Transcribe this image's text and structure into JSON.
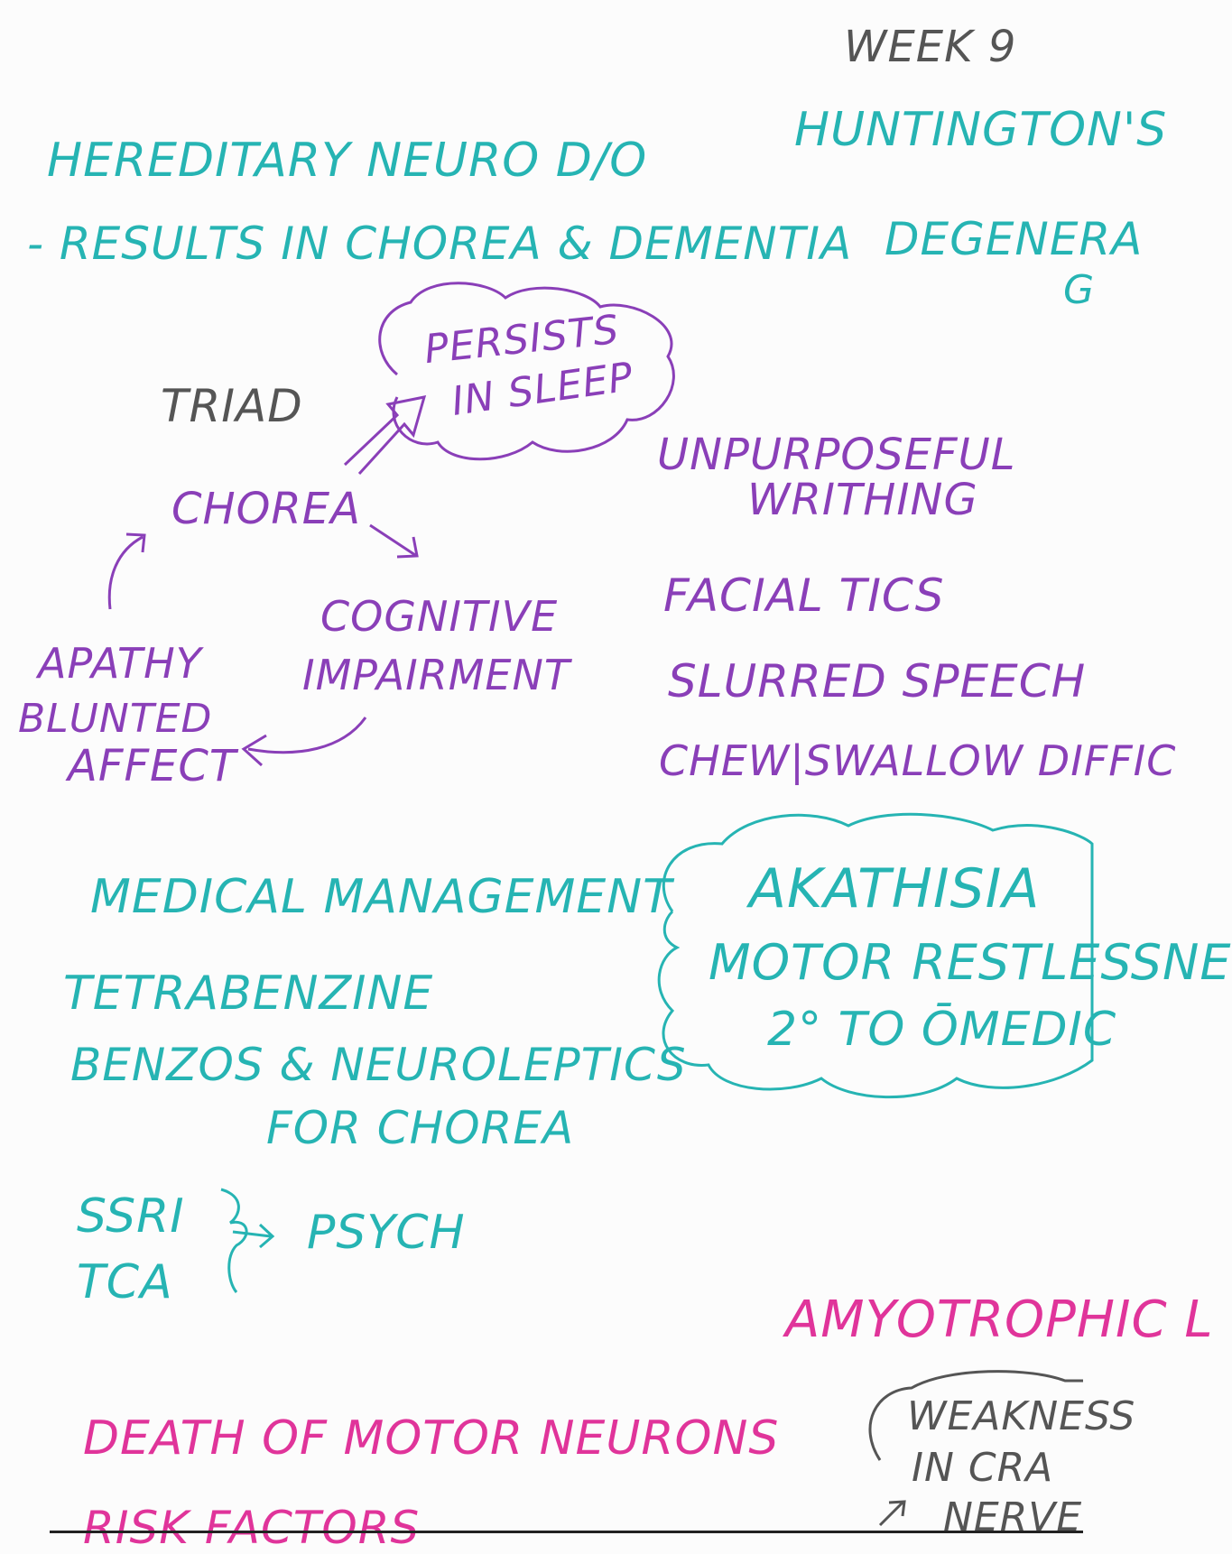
{
  "colors": {
    "teal": "#26b4b3",
    "purple": "#8a3fb8",
    "gray": "#555555",
    "pink": "#e0349a"
  },
  "header": {
    "week": "WEEK 9",
    "topic": "HUNTINGTON'S"
  },
  "intro": {
    "line1": "HEREDITARY NEURO D/O",
    "line2": "- RESULTS IN CHOREA & DEMENTIA",
    "right_fragment_1": "DEGENERA",
    "right_fragment_2": "G"
  },
  "triad": {
    "label": "TRIAD",
    "chorea": "CHOREA",
    "cognitive_1": "COGNITIVE",
    "cognitive_2": "IMPAIRMENT",
    "apathy": "APATHY",
    "blunted": "BLUNTED",
    "affect": "AFFECT",
    "cloud_1": "PERSISTS",
    "cloud_2": "IN SLEEP"
  },
  "symptoms": {
    "unpurposeful": "UNPURPOSEFUL",
    "writhing": "WRITHING",
    "facial_tics": "FACIAL TICS",
    "slurred_speech": "SLURRED SPEECH",
    "chew_swallow": "CHEW|SWALLOW DIFFIC"
  },
  "akathisia": {
    "title": "AKATHISIA",
    "line1": "MOTOR RESTLESSNE",
    "line2": "2° TO ŌMEDIC"
  },
  "management": {
    "title": "MEDICAL MANAGEMENT",
    "drug1": "TETRABENZINE",
    "drug2": "BENZOS & NEUROLEPTICS",
    "drug2_cont": "FOR CHOREA",
    "ssri": "SSRI",
    "tca": "TCA",
    "psych": "PSYCH"
  },
  "als": {
    "title": "AMYOTROPHIC L",
    "death": "DEATH OF MOTOR NEURONS",
    "risk": "RISK FACTORS",
    "weakness_1": "WEAKNESS",
    "weakness_2": "IN CRA",
    "weakness_3": "NERVE"
  }
}
